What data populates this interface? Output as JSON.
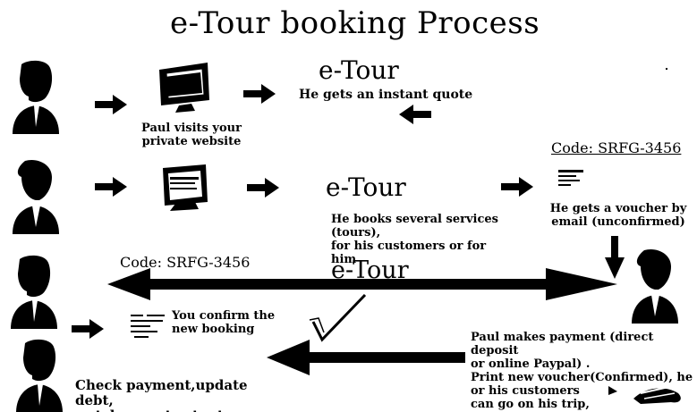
{
  "title": "e-Tour booking Process",
  "row1": {
    "etour_label": "e-Tour",
    "visit_text": "Paul visits your\nprivate website",
    "quote_text": "He gets an instant quote"
  },
  "row2": {
    "etour_label": "e-Tour",
    "books_text": "He books several services (tours),\nfor his customers or for him",
    "voucher_code": "Code: SRFG-3456",
    "voucher_text": "He gets a voucher by\nemail (unconfirmed)"
  },
  "row3": {
    "code_label": "Code: SRFG-3456",
    "etour_label": "e-Tour",
    "confirm_text": "You confirm the\nnew booking"
  },
  "row4": {
    "payment_text": "Paul makes payment (direct deposit\nor  online Paypal) .\nPrint new voucher(Confirmed),  he\n or his customers\ncan go on his trip,",
    "check_text": "Check payment,update debt,\nwatch reports at e-tour"
  }
}
